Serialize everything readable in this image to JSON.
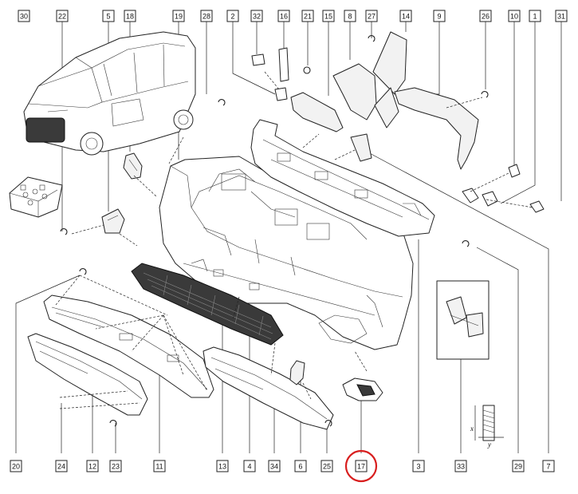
{
  "callouts": {
    "top": [
      "30",
      "22",
      "5",
      "18",
      "19",
      "28",
      "2",
      "32",
      "16",
      "21",
      "15",
      "8",
      "27",
      "14",
      "9",
      "26",
      "10",
      "1",
      "31"
    ],
    "bottom": [
      "20",
      "24",
      "12",
      "23",
      "11",
      "13",
      "4",
      "34",
      "6",
      "25",
      "17",
      "3",
      "33",
      "29",
      "7"
    ]
  },
  "highlighted_part": "17",
  "highlight_color": "#d81e1e",
  "dimension_labels": {
    "x_label": "x",
    "y_label": "y"
  }
}
